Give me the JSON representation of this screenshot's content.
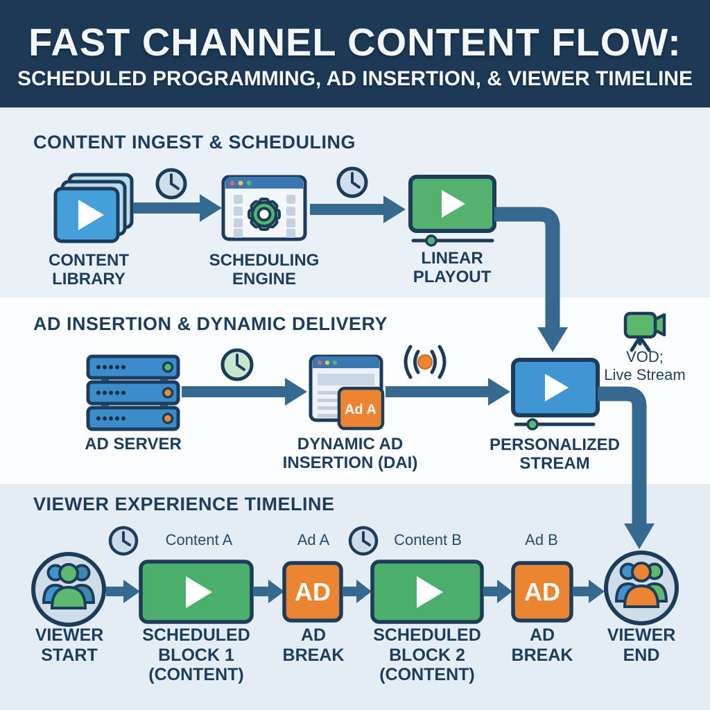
{
  "header": {
    "title": "FAST CHANNEL CONTENT FLOW:",
    "subtitle": "SCHEDULED PROGRAMMING, AD INSERTION, & VIEWER TIMELINE"
  },
  "sections": {
    "ingest": {
      "heading": "CONTENT INGEST & SCHEDULING",
      "library_label": "CONTENT\nLIBRARY",
      "engine_label": "SCHEDULING\nENGINE",
      "playout_label": "LINEAR\nPLAYOUT"
    },
    "ad_delivery": {
      "heading": "AD INSERTION & DYNAMIC DELIVERY",
      "server_label": "AD SERVER",
      "dai_label": "DYNAMIC AD\nINSERTION (DAI)",
      "dai_ad_tag": "Ad A",
      "stream_label": "PERSONALIZED\nSTREAM",
      "vod_label": "VOD;\nLive Stream"
    },
    "timeline": {
      "heading": "VIEWER EXPERIENCE TIMELINE",
      "marker_content_a": "Content A",
      "marker_ad_a": "Ad A",
      "marker_content_b": "Content B",
      "marker_ad_b": "Ad B",
      "viewer_start_label": "VIEWER\nSTART",
      "block1_label": "SCHEDULED\nBLOCK 1\n(CONTENT)",
      "ad_break1_label": "AD\nBREAK",
      "block2_label": "SCHEDULED\nBLOCK 2\n(CONTENT)",
      "ad_break2_label": "AD\nBREAK",
      "viewer_end_label": "VIEWER\nEND",
      "ad_badge": "AD"
    }
  },
  "colors": {
    "header_bg": "#1d3956",
    "section_light_blue": "#e9f0f6",
    "section_white": "#fbfdfe",
    "navy": "#1d3b5b",
    "arrow": "#36698f",
    "green": "#55b26e",
    "orange": "#ec8531",
    "blue": "#459fd8"
  },
  "icons": [
    "play-icon",
    "clock-icon",
    "gear-icon",
    "browser-window-icon",
    "server-icon",
    "signal-icon",
    "video-camera-icon",
    "people-icon",
    "progress-bar",
    "arrow"
  ]
}
